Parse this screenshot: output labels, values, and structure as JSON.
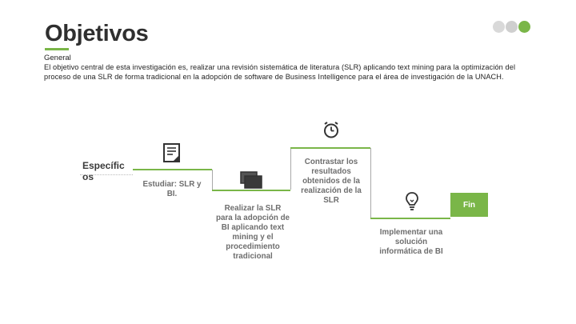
{
  "slide": {
    "title": "Objetivos",
    "general_label": "General",
    "general_text": "El objetivo central de esta investigación es, realizar una revisión sistemática de literatura (SLR) aplicando text mining para la optimización del proceso de una SLR de forma tradicional en la adopción de software de Business Intelligence para el área de investigación de la UNACH.",
    "specific_label": "Específic os",
    "steps": [
      {
        "text": "Estudiar: SLR y BI.",
        "icon": "document-icon"
      },
      {
        "text": "Realizar la SLR para la adopción de BI aplicando text mining y el procedimiento tradicional",
        "icon": "monitor-icon"
      },
      {
        "text": "Contrastar los resultados obtenidos de la realización de la SLR",
        "icon": "stopwatch-icon"
      },
      {
        "text": "Implementar una solución informática de BI",
        "icon": "lightbulb-icon"
      }
    ],
    "end_label": "Fin",
    "accent_color": "#7ab648"
  }
}
